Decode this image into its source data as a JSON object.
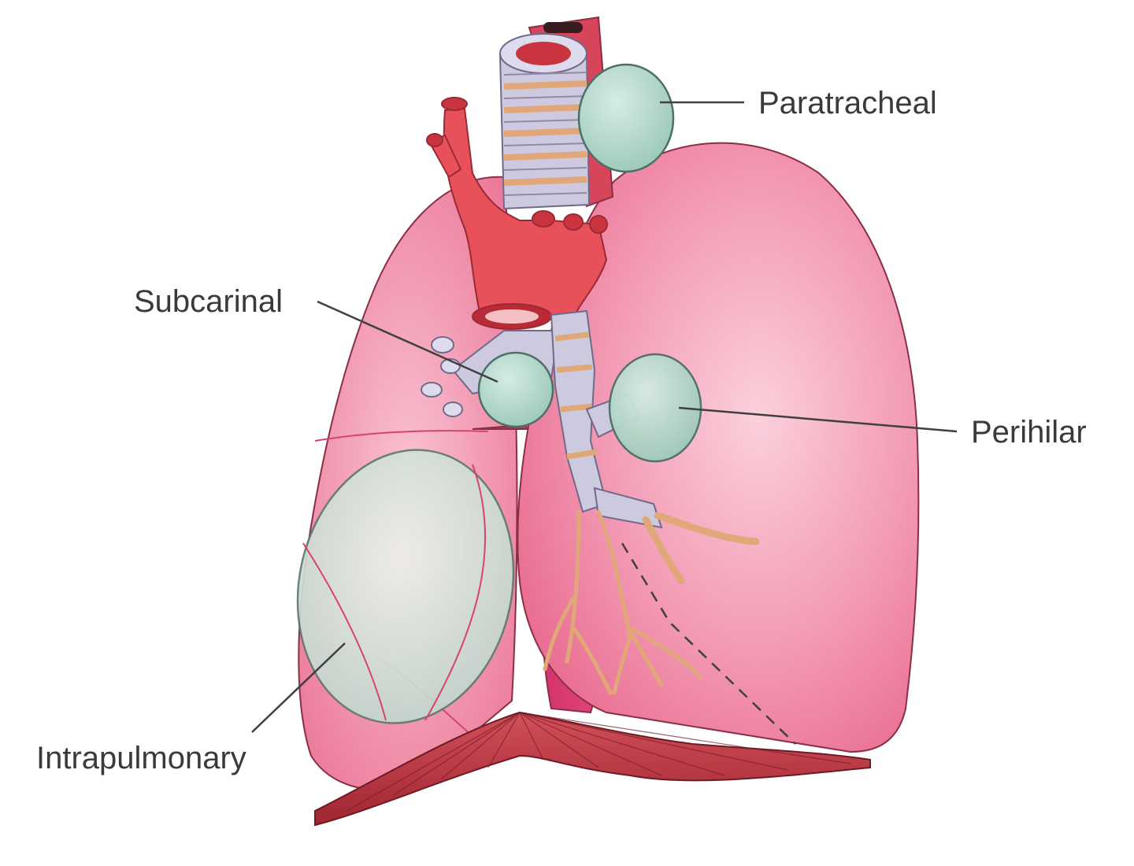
{
  "labels": {
    "paratracheal": "Paratracheal",
    "subcarinal": "Subcarinal",
    "perihilar": "Perihilar",
    "intrapulmonary": "Intrapulmonary"
  },
  "colors": {
    "lung": "#f07a9c",
    "lung_light": "#f8b7c9",
    "lung_dark": "#c9285f",
    "node": "#a9d2c4",
    "node_outline": "#4d6f66",
    "vessel": "#e8505a",
    "cartilage": "#c9c6de",
    "bronchus": "#e9b78d",
    "diaphragm": "#b8303a"
  }
}
